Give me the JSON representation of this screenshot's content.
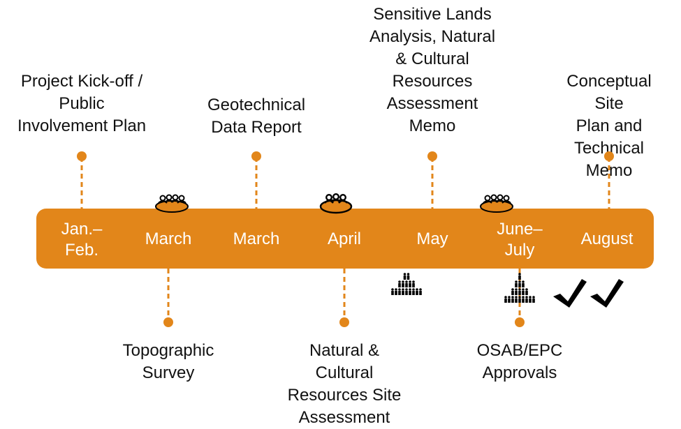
{
  "colors": {
    "bar": "#E2861A",
    "marker": "#E2861A",
    "text": "#111111",
    "month_text": "#ffffff"
  },
  "timeline": {
    "months": [
      "Jan.–\nFeb.",
      "March",
      "March",
      "April",
      "May",
      "June–\nJuly",
      "August"
    ],
    "milestones_above": [
      "Project Kick-off /\nPublic\nInvolvement Plan",
      "Geotechnical\nData Report",
      "Sensitive Lands\nAnalysis, Natural\n& Cultural\nResources\nAssessment\nMemo",
      "Conceptual Site\nPlan and\nTechnical Memo"
    ],
    "milestones_below": [
      "Topographic\nSurvey",
      "Natural &\nCultural\nResources Site\nAssessment",
      "OSAB/EPC\nApprovals"
    ],
    "icons": [
      "meeting-table-icon",
      "meeting-table-icon",
      "meeting-table-icon",
      "crowd-icon",
      "crowd-icon",
      "checkmark-icon",
      "checkmark-icon"
    ]
  }
}
